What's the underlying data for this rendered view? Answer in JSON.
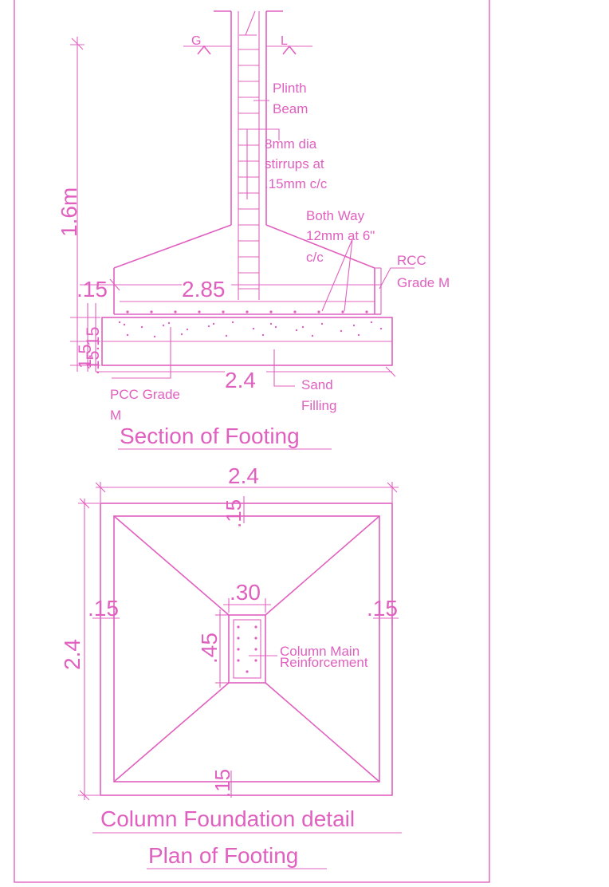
{
  "colors": {
    "line": "#e060c0",
    "background": "#ffffff"
  },
  "section": {
    "title": "Section of Footing",
    "ground_level": "G",
    "level": "L",
    "height_dim": "1.6m",
    "plinth_beam": [
      "Plinth",
      "Beam"
    ],
    "stirrups": [
      "8mm dia",
      "stirrups  at",
      ".15mm c/c"
    ],
    "both_way": [
      "Both Way",
      "12mm at 6\"",
      "c/c"
    ],
    "rcc": [
      "RCC",
      "Grade M"
    ],
    "offset_dim": ".15",
    "width_285": "2.85",
    "thickness_dims": ".15",
    "thickness_dims_2": ".15",
    "bottom_left_dim": "1.5",
    "width_24": "2.4",
    "sand": [
      "Sand",
      "Filling"
    ],
    "pcc": [
      "PCC Grade",
      "M"
    ]
  },
  "plan": {
    "top_width": "2.4",
    "top_offset": ".15",
    "left_offset": ".15",
    "right_offset": ".15",
    "col_width": ".30",
    "col_depth": ".45",
    "left_height": "2.4",
    "bottom_offset": ".15",
    "column_label": [
      "Column Main",
      "Reinforcement"
    ],
    "title": "Column Foundation detail",
    "subtitle": "Plan of Footing"
  }
}
